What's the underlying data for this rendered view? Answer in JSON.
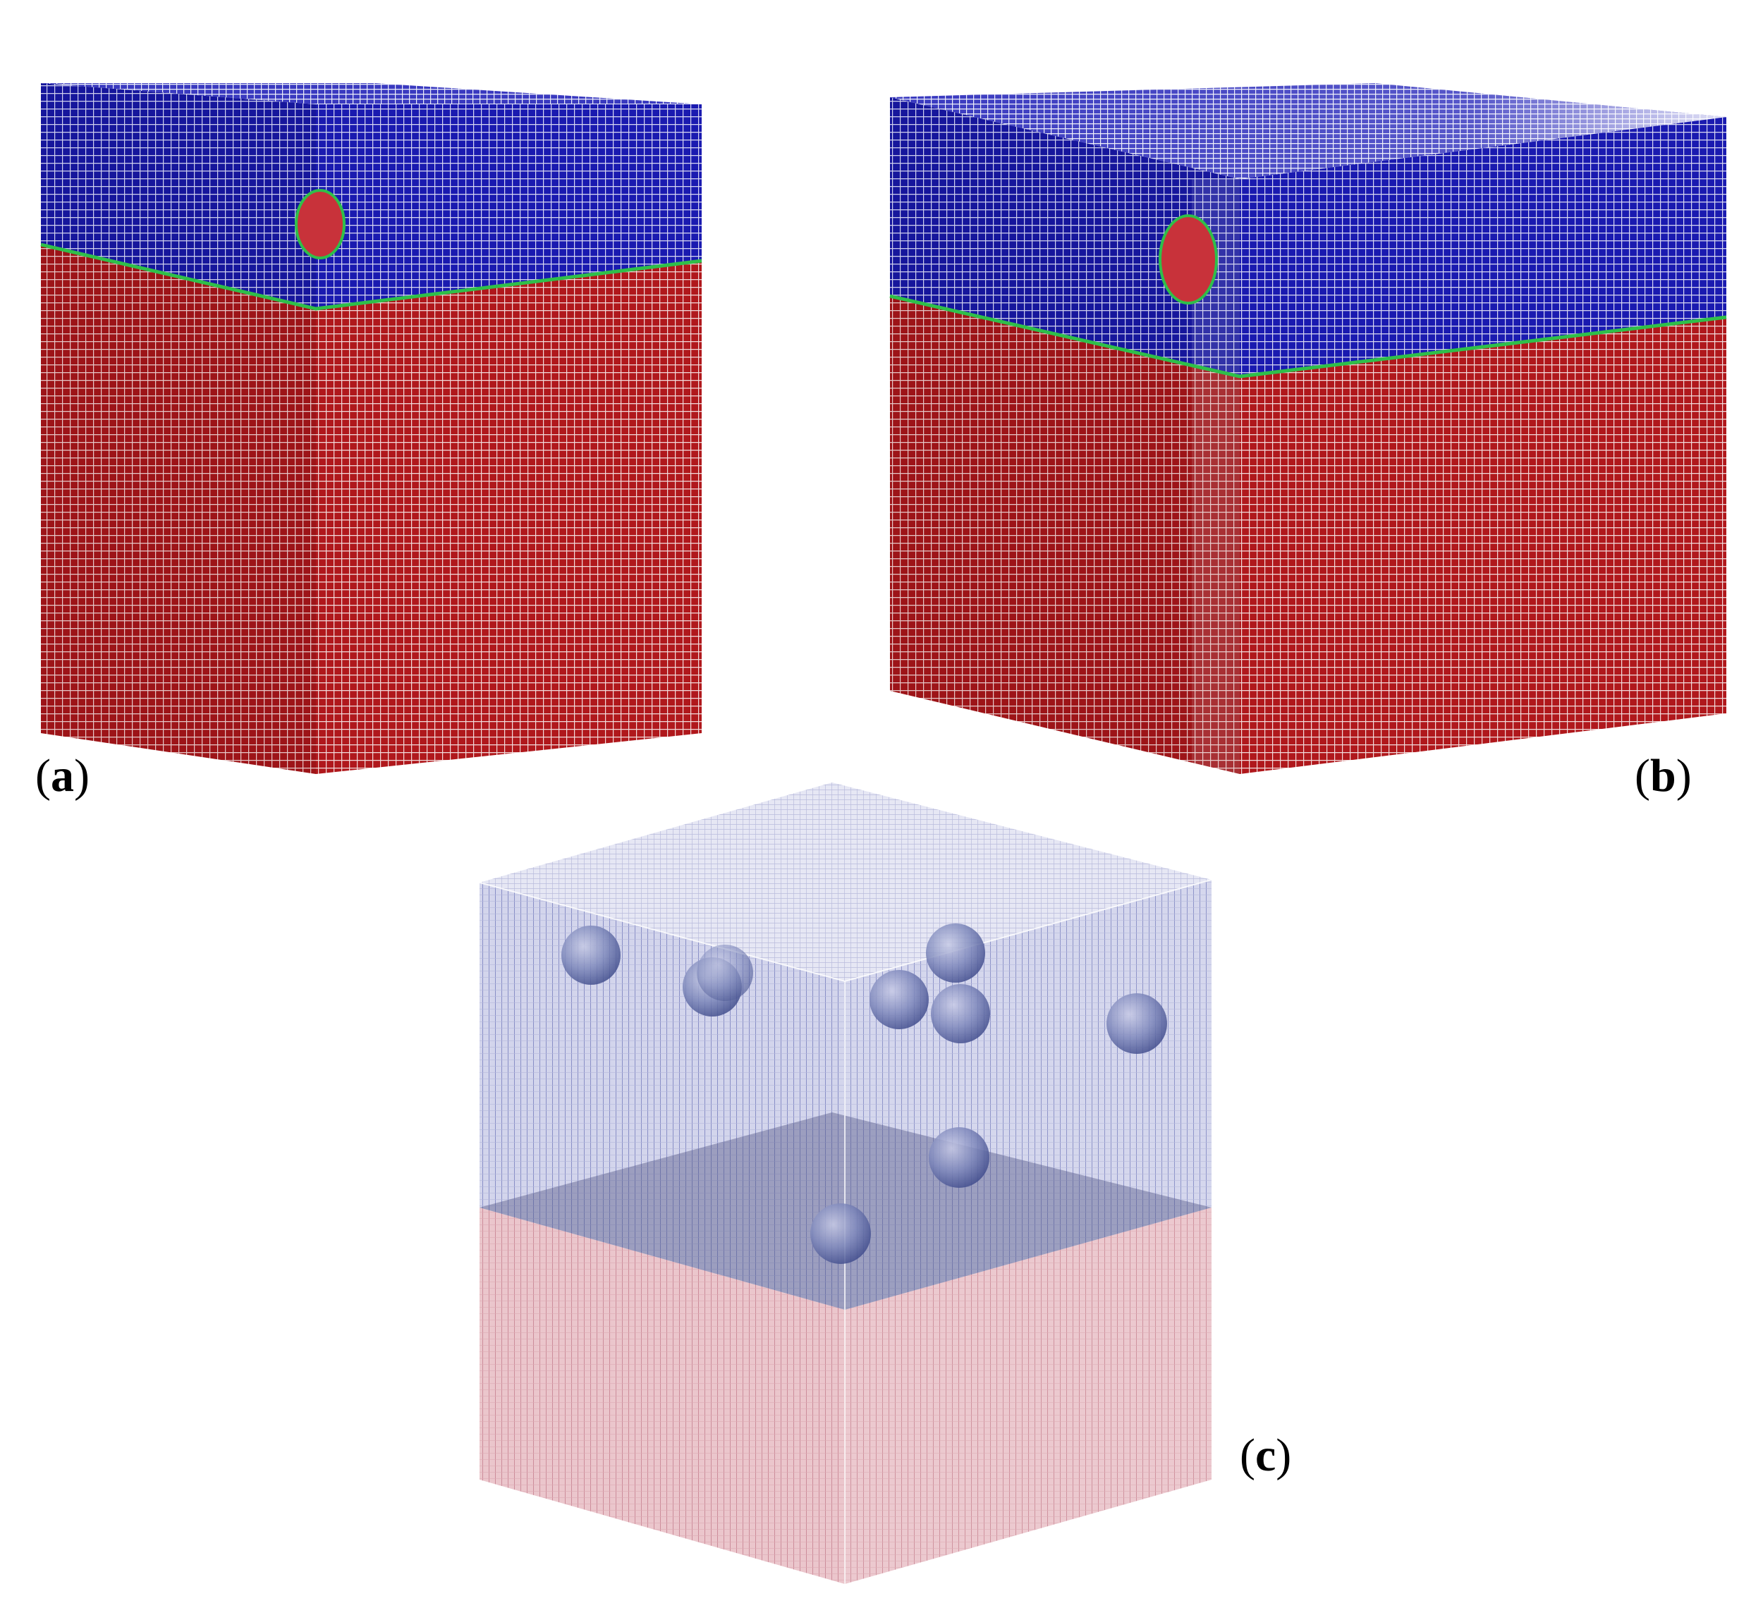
{
  "panels": [
    {
      "id": "a",
      "label": "a"
    },
    {
      "id": "b",
      "label": "b"
    },
    {
      "id": "c",
      "label": "c"
    }
  ],
  "colors": {
    "upper_phase": "#1a1ab0",
    "lower_phase": "#b0181c",
    "interface": "#2fbf4a",
    "bubble": "#c8323a",
    "mesh_line": "#ffffff",
    "transparent_upper": "#c9cbe6",
    "transparent_lower": "#e3b6be",
    "transparent_interface": "#6f7499",
    "transparent_bubble": "#5d6aa6"
  },
  "icons": [
    "mesh-box",
    "bubble-sphere"
  ]
}
